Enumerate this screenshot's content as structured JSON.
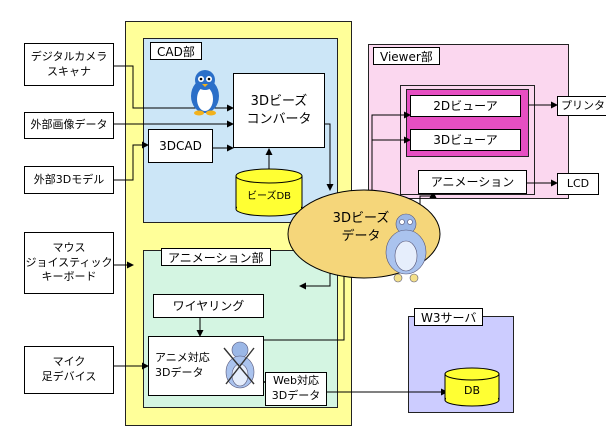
{
  "inputs": {
    "camera": "デジタルカメラ\nスキャナ",
    "ext_image": "外部画像データ",
    "ext_3d": "外部3Dモデル",
    "mouse": "マウス\nジョイスティック\nキーボード",
    "mic": "マイク\n足デバイス"
  },
  "cad": {
    "title": "CAD部",
    "converter": "3Dビーズ\nコンバータ",
    "cad3d": "3DCAD",
    "beadsdb": "ビーズDB"
  },
  "viewer": {
    "title": "Viewer部",
    "view2d": "2Dビューア",
    "view3d": "3Dビューア",
    "animation": "アニメーション"
  },
  "outputs": {
    "printer": "プリンタ",
    "lcd": "LCD"
  },
  "center": {
    "data": "3Dビーズ\nデータ"
  },
  "anim": {
    "title": "アニメーション部",
    "wiring": "ワイヤリング",
    "anim3d": "アニメ対応\n3Dデータ",
    "web3d": "Web対応\n3Dデータ"
  },
  "server": {
    "title": "W3サーバ",
    "db": "DB"
  },
  "colors": {
    "yellow": "#ffff99",
    "blue": "#cce6f7",
    "pink": "#fbd7ef",
    "magenta": "#e64fc2",
    "green": "#d4f5e2",
    "lavender": "#ccccff",
    "gold": "#f5d67a",
    "dbyellow": "#ffff33"
  }
}
